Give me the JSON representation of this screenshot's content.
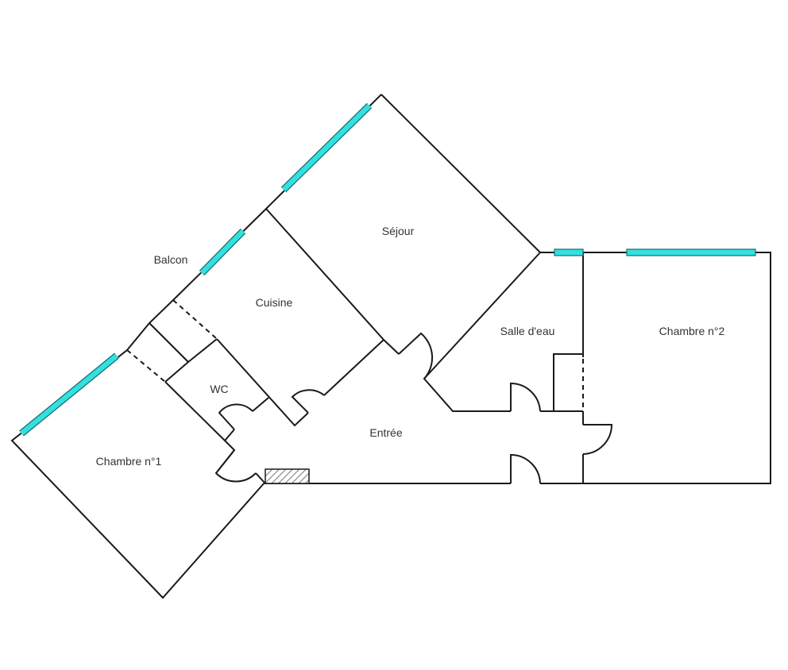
{
  "title": "Floor plan",
  "colors": {
    "window": "#33e0e0",
    "wall": "#1a1a1a",
    "label": "#333333"
  },
  "rooms": {
    "sejour": "Séjour",
    "balcon": "Balcon",
    "cuisine": "Cuisine",
    "wc": "WC",
    "salle_deau": "Salle d'eau",
    "chambre2": "Chambre n°2",
    "entree": "Entrée",
    "chambre1": "Chambre n°1"
  }
}
